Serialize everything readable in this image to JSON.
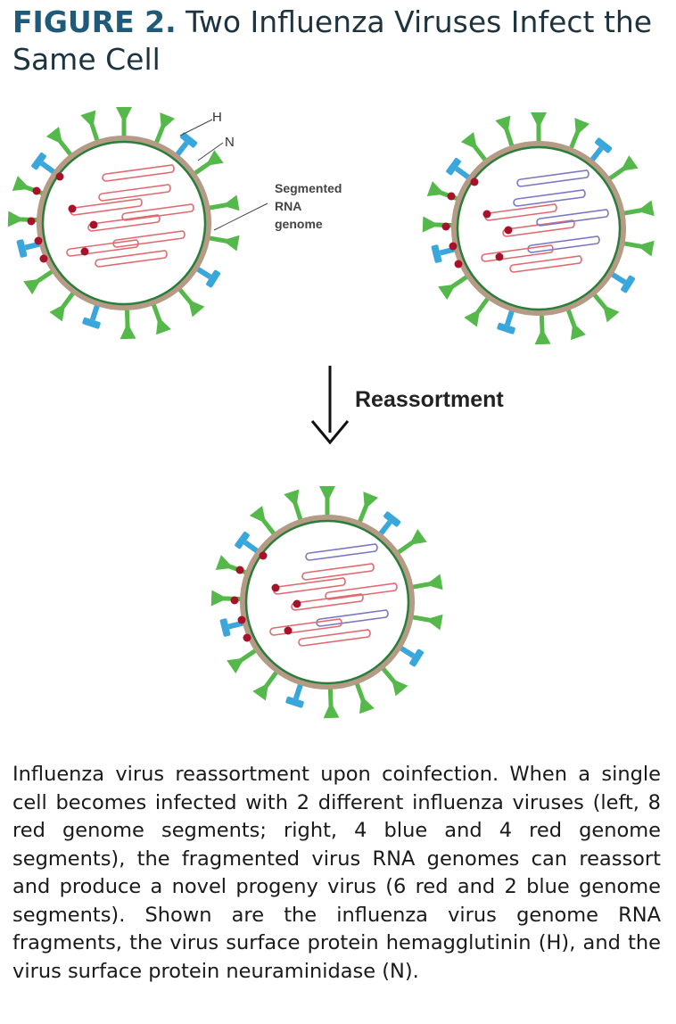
{
  "figure": {
    "label": "FIGURE 2.",
    "title": "Two Influenza Viruses Infect the Same Cell"
  },
  "diagram": {
    "labels": {
      "h": "H",
      "n": "N",
      "genome_line1": "Segmented",
      "genome_line2": "RNA",
      "genome_line3": "genome",
      "reassortment": "Reassortment"
    },
    "viruses": [
      {
        "name": "left",
        "red_segments": 8,
        "blue_segments": 0
      },
      {
        "name": "right",
        "red_segments": 4,
        "blue_segments": 4
      },
      {
        "name": "progeny",
        "red_segments": 6,
        "blue_segments": 2
      }
    ]
  },
  "colors": {
    "membrane": "#b59a86",
    "inner_line": "#2a7d3a",
    "hemagglutinin": "#55b84a",
    "neuraminidase": "#3aa7dc",
    "red_segment": "#e06a70",
    "blue_segment": "#7a78c4",
    "dot": "#a8112a"
  },
  "caption": "Influenza virus reassortment upon coinfection. When a single cell becomes infected with 2 different influenza viruses (left, 8 red genome segments; right, 4 blue and 4 red genome segments), the fragmented virus RNA genomes can reassort and produce a novel progeny virus (6 red and 2 blue genome segments). Shown are the influenza virus genome RNA fragments, the virus surface protein hemagglutinin (H), and the virus surface protein neuraminidase (N)."
}
